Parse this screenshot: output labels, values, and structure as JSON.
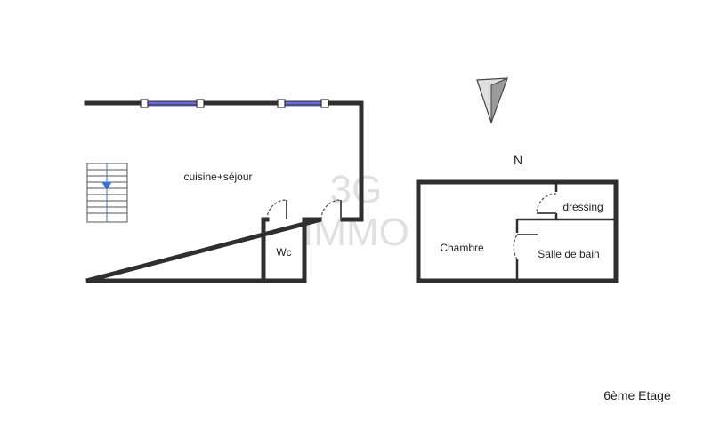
{
  "watermark": {
    "line1": "3G",
    "line2": "IMMO"
  },
  "compass": {
    "label": "N"
  },
  "rooms": {
    "cuisine_sejour": "cuisine+séjour",
    "wc": "Wc",
    "chambre": "Chambre",
    "dressing": "dressing",
    "salle_de_bain": "Salle de bain"
  },
  "floor_label": "6ème Etage",
  "colors": {
    "wall": "#2f2f2f",
    "window": "#6a6ad8",
    "stair_arrow": "#3f6fd6",
    "door_arc": "#555555"
  }
}
